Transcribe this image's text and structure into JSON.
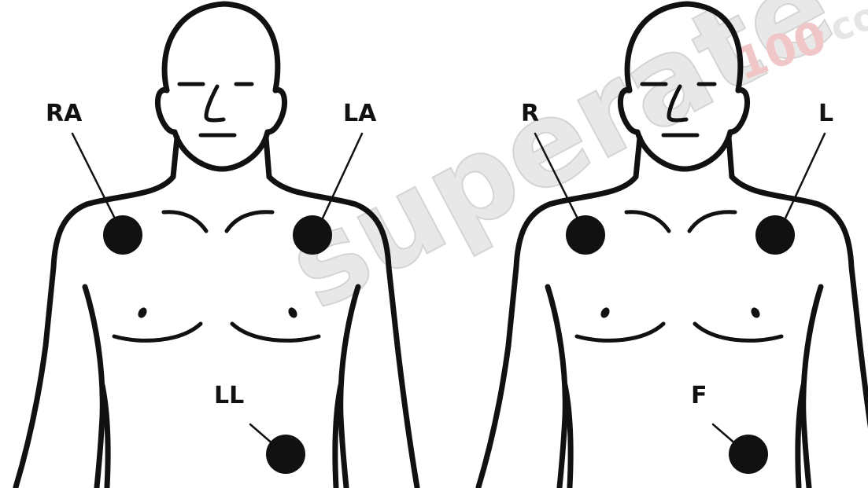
{
  "watermark": {
    "brand": "superate",
    "tagline": "100",
    "trademark": "™",
    "suffix": "co"
  },
  "figures": [
    {
      "labels": {
        "right_arm": "RA",
        "left_arm": "LA",
        "left_leg": "LL"
      }
    },
    {
      "labels": {
        "right_arm": "R",
        "left_arm": "L",
        "left_leg": "F"
      }
    }
  ],
  "colors": {
    "line": "#111111",
    "electrode": "#111111",
    "background": "#ffffff"
  }
}
